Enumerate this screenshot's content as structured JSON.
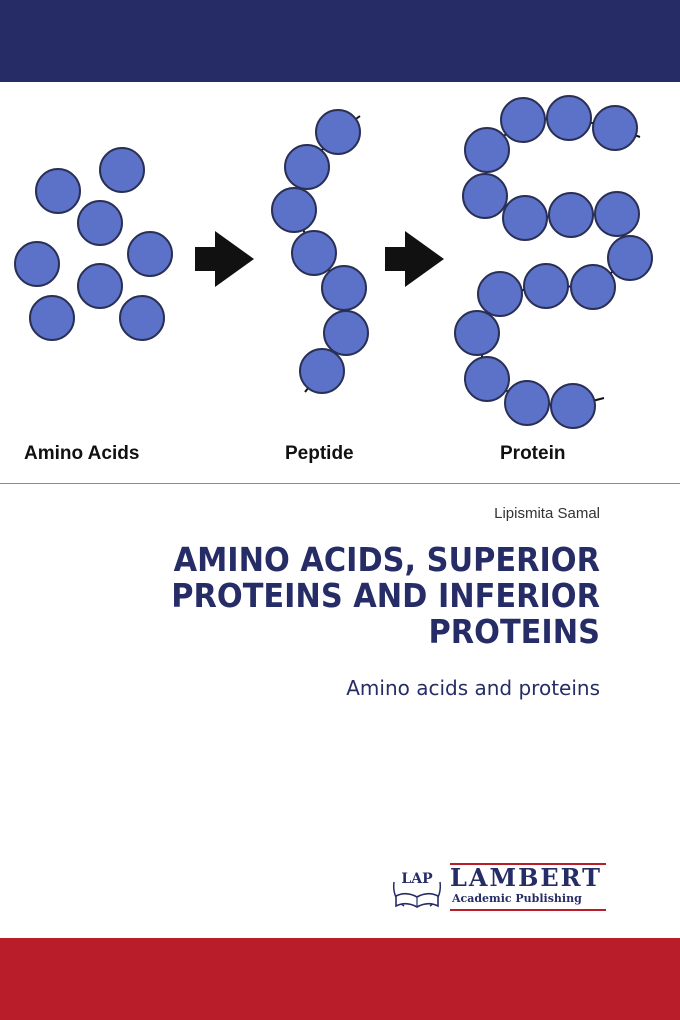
{
  "colors": {
    "navy": "#262d66",
    "red": "#b91d2a",
    "sphere": "#5b72c8",
    "sphere_outline": "#2a2f55"
  },
  "illustration": {
    "labels": {
      "amino_acids": "Amino Acids",
      "peptide": "Peptide",
      "protein": "Protein"
    },
    "icons": [
      "sphere-icon",
      "arrow-right-icon"
    ]
  },
  "book": {
    "author": "Lipismita Samal",
    "title_lines": [
      "AMINO ACIDS, SUPERIOR",
      "PROTEINS AND INFERIOR",
      "PROTEINS"
    ],
    "subtitle": "Amino acids and proteins"
  },
  "publisher": {
    "logo_text": "LAP",
    "name": "LAMBERT",
    "tagline": "Academic Publishing"
  }
}
